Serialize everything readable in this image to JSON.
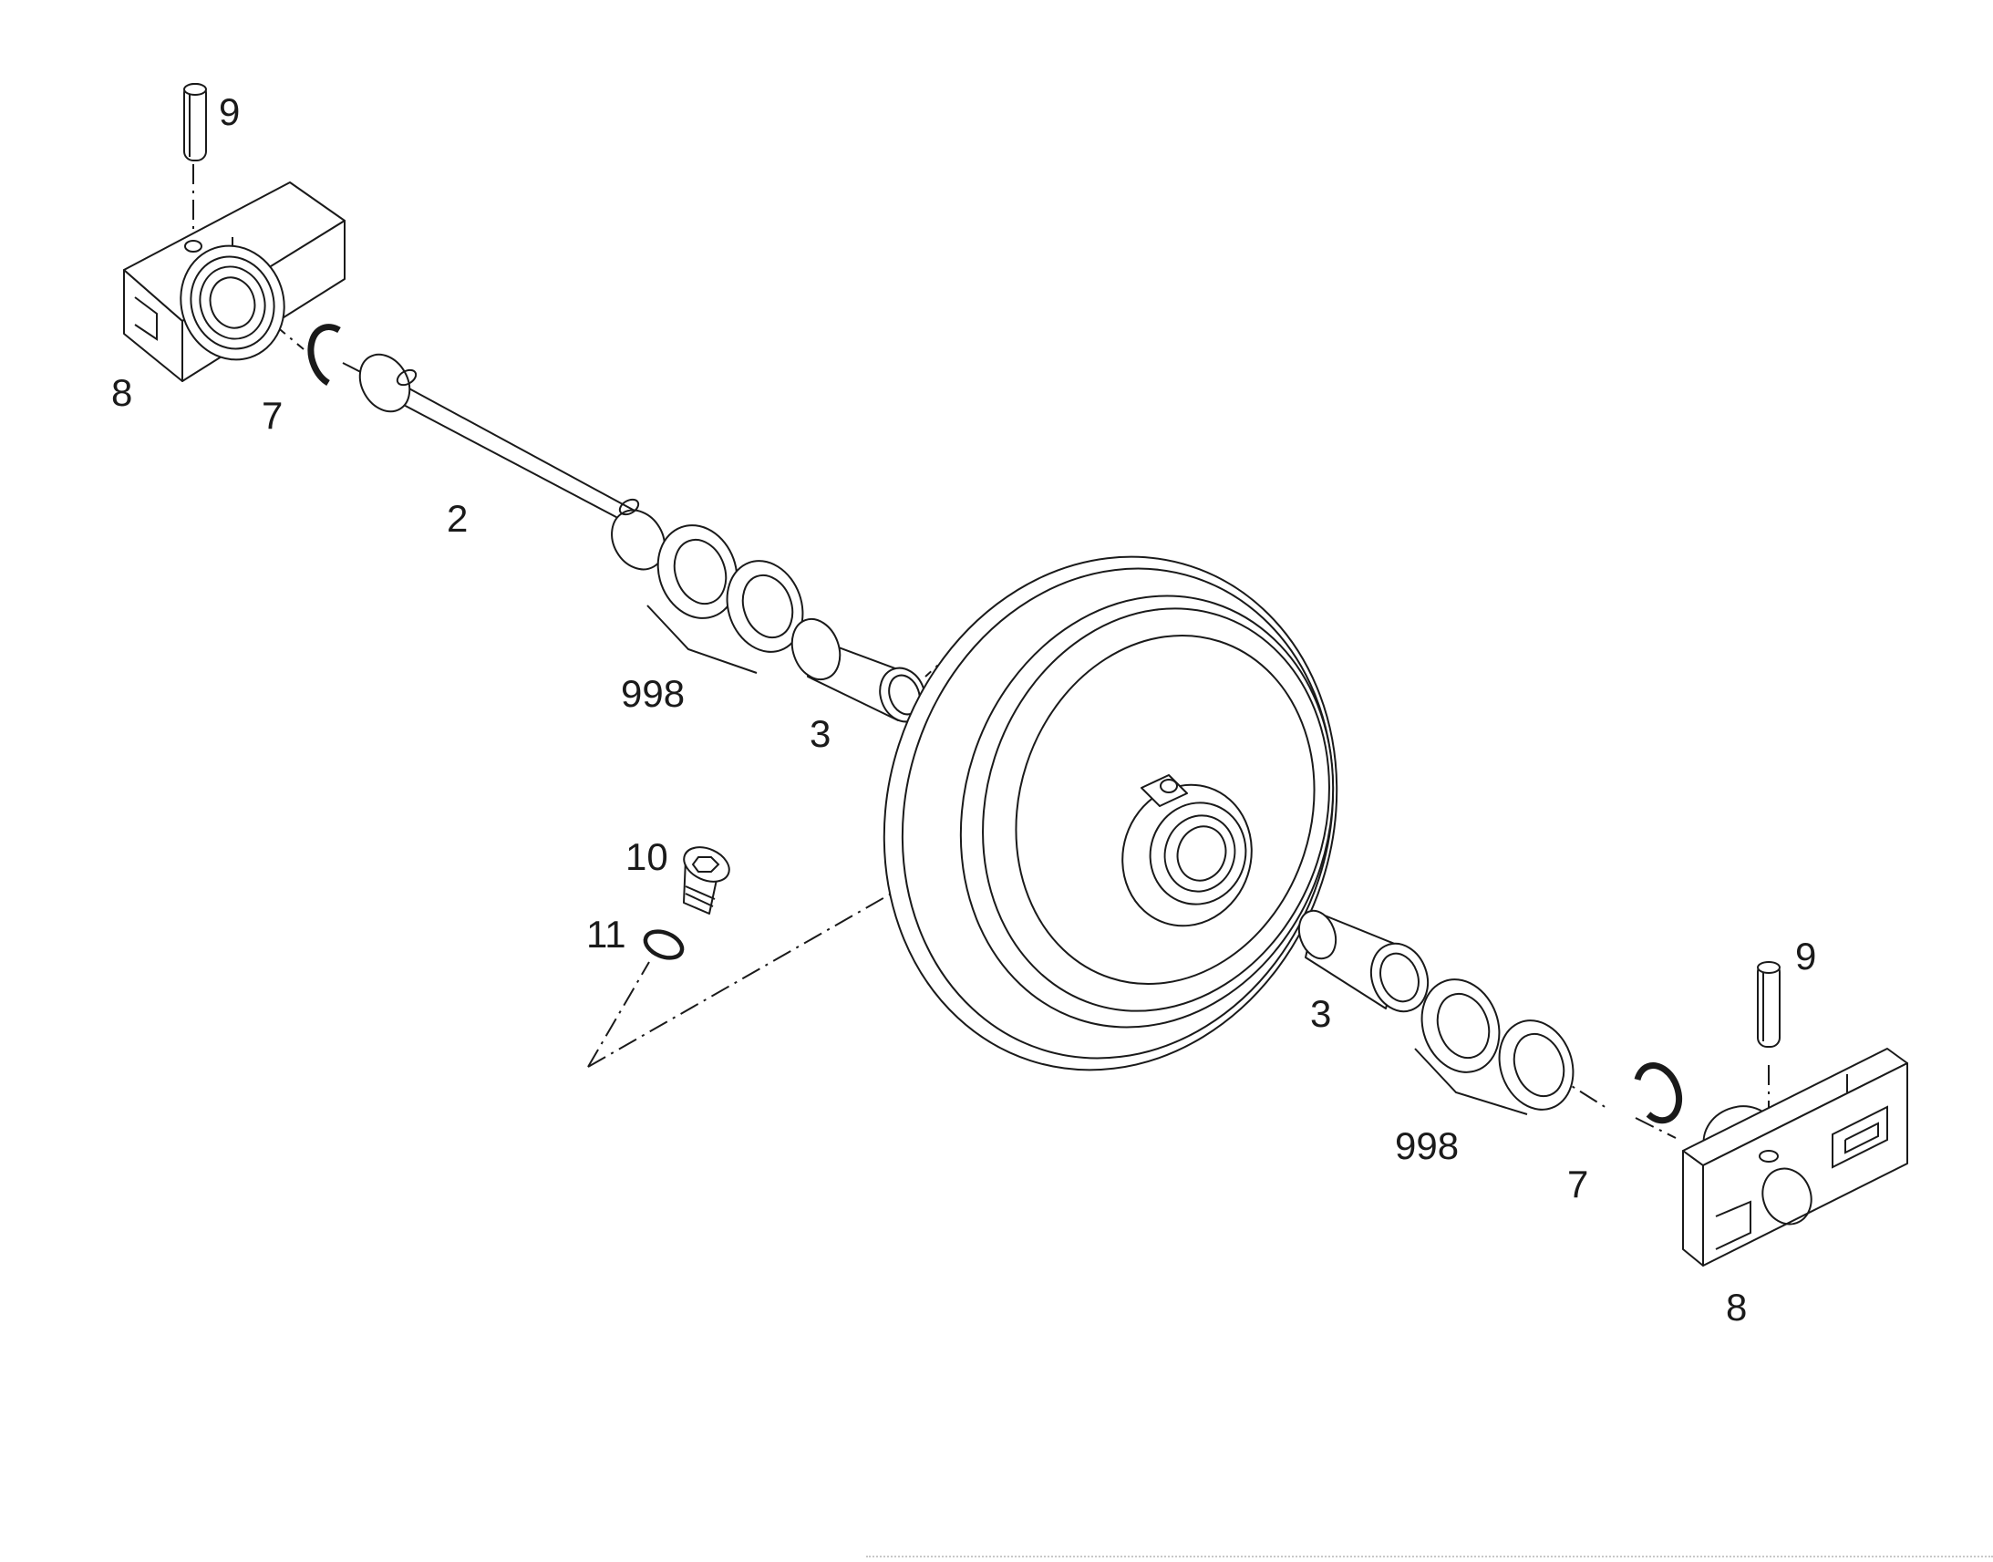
{
  "diagram": {
    "callouts": {
      "pin_left": "9",
      "pin_right": "9",
      "bracket_left": "8",
      "bracket_right": "8",
      "oring_left": "7",
      "oring_right": "7",
      "axle": "2",
      "seals_left": "998",
      "seals_right": "998",
      "bushing_left": "3",
      "bushing_right": "3",
      "screw": "10",
      "washer": "11"
    }
  }
}
